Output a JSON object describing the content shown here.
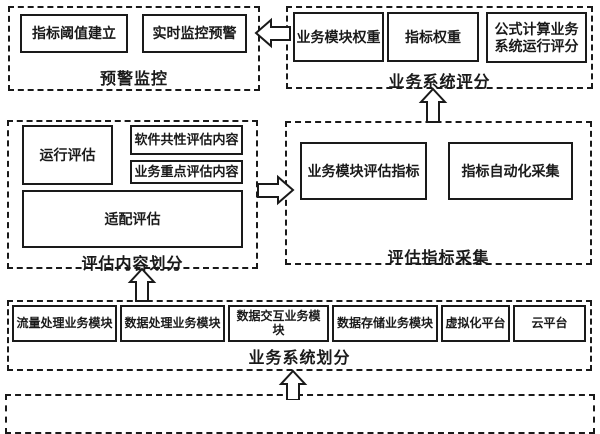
{
  "diagram": {
    "groups": [
      {
        "label": "预警监控",
        "items": [
          "指标阈值建立",
          "实时监控预警"
        ]
      },
      {
        "label": "业务系统评分",
        "items": [
          "业务模块权重",
          "指标权重",
          "公式计算业务系统运行评分"
        ]
      },
      {
        "label": "评估内容划分",
        "items": [
          "运行评估",
          "软件共性评估内容",
          "业务重点评估内容",
          "适配评估"
        ]
      },
      {
        "label": "评估指标采集",
        "items": [
          "业务模块评估指标",
          "指标自动化采集"
        ]
      },
      {
        "label": "业务系统划分",
        "items": [
          "流量处理业务模块",
          "数据处理业务模块",
          "数据交互业务模块",
          "数据存储业务模块",
          "虚拟化平台",
          "云平台"
        ]
      }
    ],
    "arrows": [
      {
        "name": "arrow-scoring-to-warning",
        "direction": "left"
      },
      {
        "name": "arrow-collection-to-scoring",
        "direction": "up"
      },
      {
        "name": "arrow-content-to-collection",
        "direction": "right"
      },
      {
        "name": "arrow-division-to-content",
        "direction": "up"
      },
      {
        "name": "arrow-bottom-to-division",
        "direction": "up"
      }
    ],
    "colors": {
      "line": "#1a1a1a",
      "background": "#ffffff"
    }
  }
}
